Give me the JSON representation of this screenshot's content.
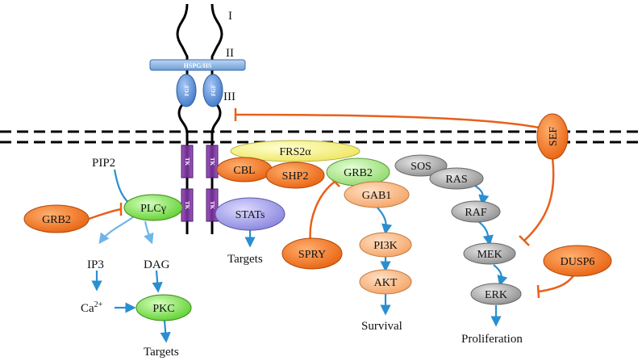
{
  "colors": {
    "orange": "#f0781e",
    "peach": "#f7b887",
    "green": "#7ed957",
    "lightgreen": "#a8e08a",
    "yellow": "#f5f07a",
    "gray": "#a5a5a5",
    "lavender": "#9c98e6",
    "blue": "#5b8fd6",
    "purple": "#7a3a99",
    "arrow_blue": "#2a8fd0",
    "inhibit": "#e8601a"
  },
  "receptor": {
    "domain_labels": [
      "I",
      "II",
      "III"
    ],
    "hspg_label": "HSPG/HS",
    "fgf_label": "FGF",
    "tk_label": "TK"
  },
  "nodes": {
    "frs2a": "FRS2α",
    "cbl": "CBL",
    "shp2": "SHP2",
    "grb2_right": "GRB2",
    "sos": "SOS",
    "ras": "RAS",
    "raf": "RAF",
    "mek": "MEK",
    "erk": "ERK",
    "dusp6": "DUSP6",
    "sef": "SEF",
    "gab1": "GAB1",
    "pi3k": "PI3K",
    "akt": "AKT",
    "spry": "SPRY",
    "stats": "STATs",
    "plcg": "PLCγ",
    "grb2_left": "GRB2",
    "pkc": "PKC"
  },
  "labels": {
    "pip2": "PIP2",
    "ip3": "IP3",
    "dag": "DAG",
    "ca_base": "Ca",
    "ca_sup": "2+",
    "targets_left": "Targets",
    "targets_mid": "Targets",
    "survival": "Survival",
    "proliferation": "Proliferation"
  }
}
